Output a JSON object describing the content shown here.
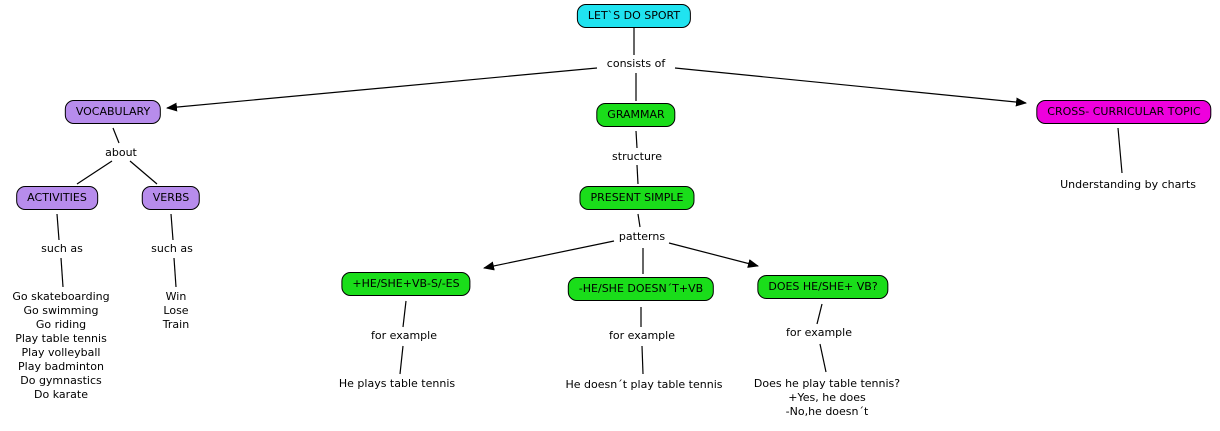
{
  "map": {
    "root": "LET`S DO SPORT",
    "nodes": {
      "vocabulary": "VOCABULARY",
      "activities": "ACTIVITIES",
      "verbs": "VERBS",
      "grammar": "GRAMMAR",
      "present_simple": "PRESENT SIMPLE",
      "pattern_affirmative": "+HE/SHE+VB-S/-ES",
      "pattern_negative": "-HE/SHE DOESN´T+VB",
      "pattern_question": "DOES HE/SHE+ VB?",
      "cross_curricular": "CROSS- CURRICULAR TOPIC"
    },
    "link_labels": {
      "consists_of": "consists of",
      "about": "about",
      "such_as_activities": "such as",
      "such_as_verbs": "such as",
      "structure": "structure",
      "patterns": "patterns",
      "for_example_affirmative": "for example",
      "for_example_negative": "for example",
      "for_example_question": "for example"
    },
    "lists": {
      "activities": [
        "Go skateboarding",
        "Go swimming",
        "Go riding",
        "Play table tennis",
        "Play volleyball",
        "Play badminton",
        "Do gymnastics",
        "Do karate"
      ],
      "verbs": [
        "Win",
        "Lose",
        "Train"
      ]
    },
    "examples": {
      "affirmative": "He plays table tennis",
      "negative": "He doesn´t play table tennis",
      "question": [
        "Does he play table tennis?",
        "+Yes, he does",
        "-No,he doesn´t"
      ]
    },
    "cross_note": "Understanding by charts",
    "colors": {
      "root_node": "#20E3F0",
      "vocabulary_branch": "#B78CEC",
      "grammar_branch": "#1ADD1A",
      "cross_curricular_branch": "#EE00DD",
      "border": "#000000",
      "line": "#000000",
      "background": "#FFFFFF",
      "text": "#000000"
    }
  }
}
